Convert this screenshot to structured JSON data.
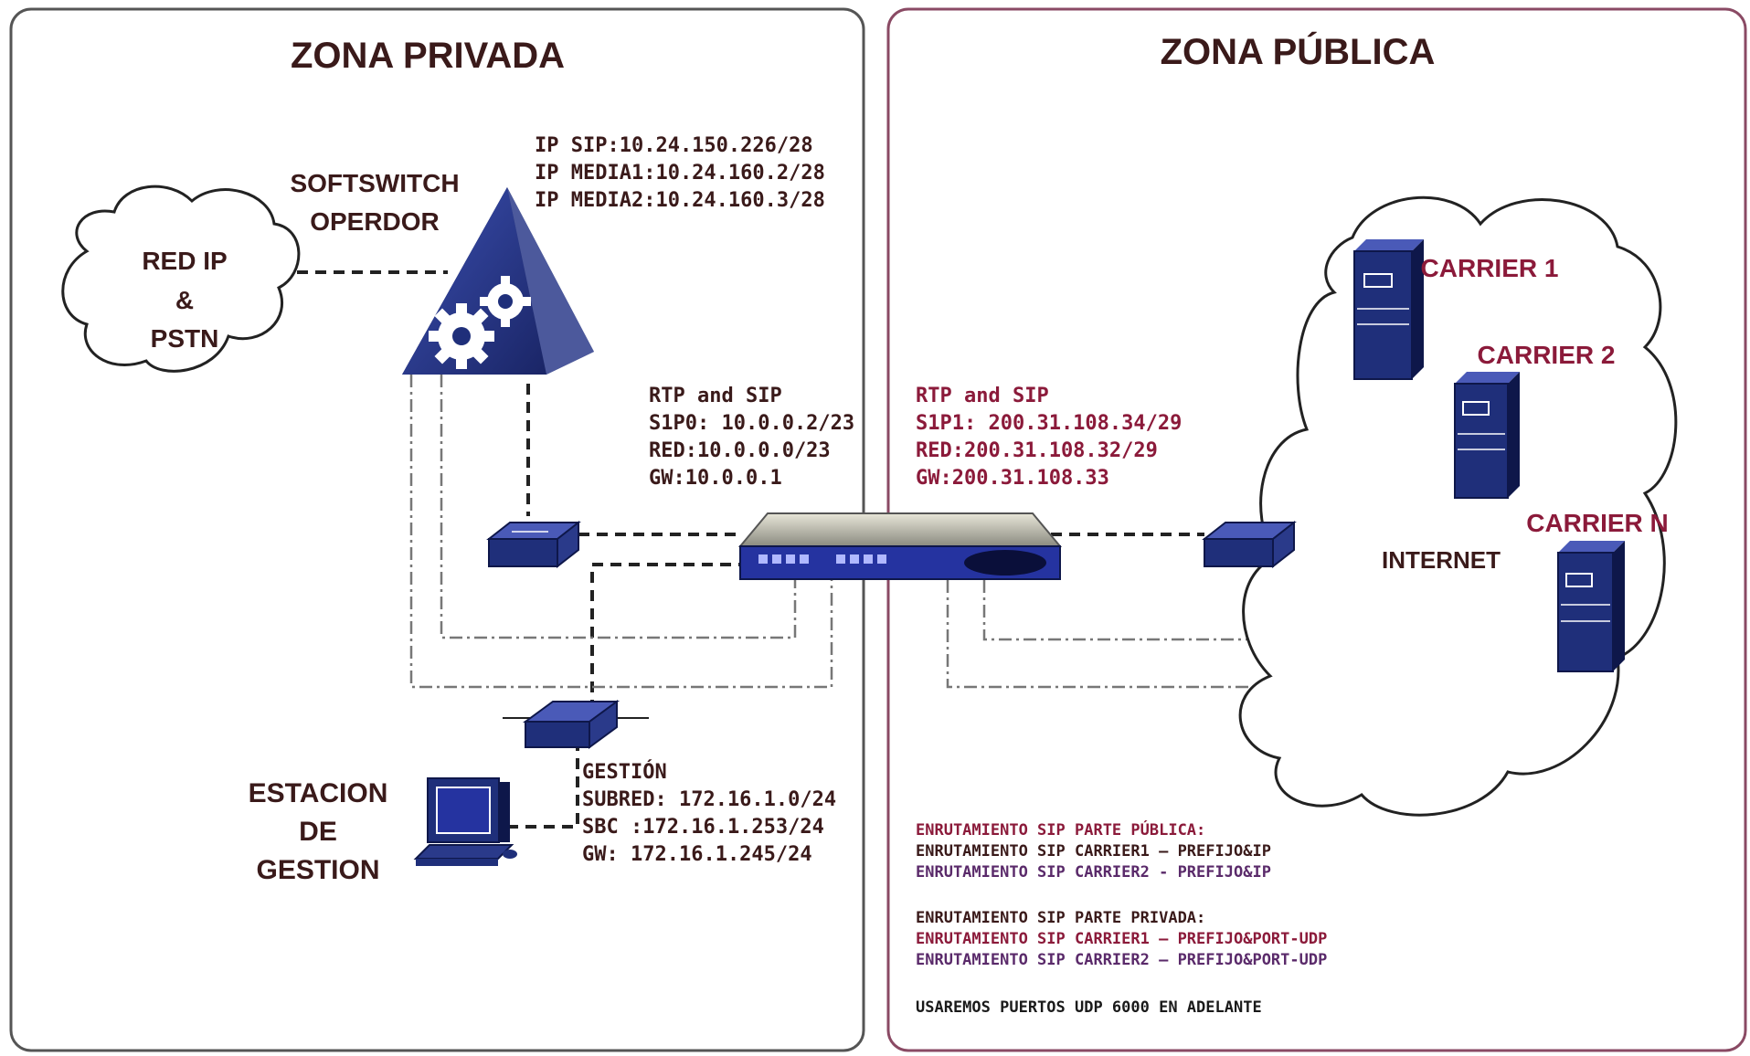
{
  "private_zone": {
    "title": "ZONA PRIVADA",
    "softswitch": {
      "label_line1": "SOFTSWITCH",
      "label_line2": "OPERDOR"
    },
    "softswitch_ips": [
      "IP SIP:10.24.150.226/28",
      "IP MEDIA1:10.24.160.2/28",
      "IP MEDIA2:10.24.160.3/28"
    ],
    "cloud": {
      "line1": "RED IP",
      "line2": "&",
      "line3": "PSTN"
    },
    "rtp_private": [
      "RTP and SIP",
      "S1P0: 10.0.0.2/23",
      "RED:10.0.0.0/23",
      "GW:10.0.0.1"
    ],
    "station": {
      "line1": "ESTACION",
      "line2": "DE",
      "line3": "GESTION"
    },
    "management": [
      "GESTIÓN",
      "SUBRED: 172.16.1.0/24",
      "SBC :172.16.1.253/24",
      "GW: 172.16.1.245/24"
    ]
  },
  "public_zone": {
    "title": "ZONA PÚBLICA",
    "rtp_public": [
      "RTP and SIP",
      "S1P1: 200.31.108.34/29",
      "RED:200.31.108.32/29",
      "GW:200.31.108.33"
    ],
    "internet_label": "INTERNET",
    "carriers": [
      "CARRIER 1",
      "CARRIER 2",
      "CARRIER N"
    ],
    "routing_public": [
      "ENRUTAMIENTO SIP PARTE PÚBLICA:",
      "ENRUTAMIENTO SIP CARRIER1 – PREFIJO&IP",
      "ENRUTAMIENTO SIP CARRIER2 - PREFIJO&IP"
    ],
    "routing_private": [
      "ENRUTAMIENTO SIP PARTE PRIVADA:",
      "ENRUTAMIENTO SIP CARRIER1 – PREFIJO&PORT-UDP",
      "ENRUTAMIENTO SIP CARRIER2 – PREFIJO&PORT-UDP"
    ],
    "udp_note": "USAREMOS PUERTOS UDP 6000 EN ADELANTE"
  },
  "colors": {
    "text_dark": "#3a1a1a",
    "carrier_red": "#8b1a3a",
    "device_blue": "#1f2f7a",
    "public_border": "#8a4a64",
    "routing_purple": "#5a2a6a"
  }
}
